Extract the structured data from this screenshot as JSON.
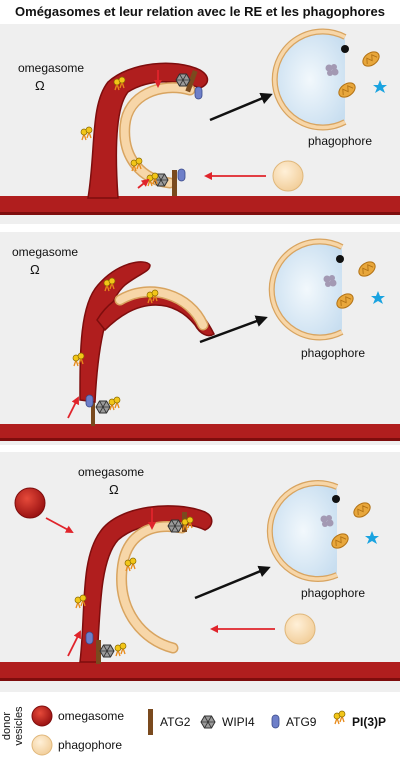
{
  "title": "Omégasomes et leur relation avec le RE et les phagophores",
  "panels": [
    {
      "omegasome_label": "omegasome",
      "omega_symbol": "Ω",
      "phagophore_label": "phagophore"
    },
    {
      "omegasome_label": "omegasome",
      "omega_symbol": "Ω",
      "phagophore_label": "phagophore"
    },
    {
      "omegasome_label": "omegasome",
      "omega_symbol": "Ω",
      "phagophore_label": "phagophore"
    }
  ],
  "legend": {
    "donor_vesicles_line1": "donor",
    "donor_vesicles_line2": "vesicles",
    "omegasome": "omegasome",
    "phagophore": "phagophore",
    "atg2": "ATG2",
    "wipi4": "WIPI4",
    "atg9": "ATG9",
    "pi3p": "PI(3)P"
  },
  "colors": {
    "er_red": "#b01e1e",
    "er_dark": "#7e0d0d",
    "phagophore_fill": "#f7d6a8",
    "phagophore_edge": "#d8a460",
    "lumen_blue": "#dcebf6",
    "mito_orange": "#e8a73c",
    "pi3p_yellow": "#f2c618",
    "atg9_blue": "#6e7fc9",
    "atg2_brown": "#7a4a1e",
    "arrow_red": "#e0242b",
    "panel_bg": "#efefef"
  },
  "icons": [
    "mitochondrion-icon",
    "protein-aggregate-icon",
    "star-cargo-icon",
    "hexagon-wipi4-icon",
    "pi3p-lipid-icon"
  ]
}
